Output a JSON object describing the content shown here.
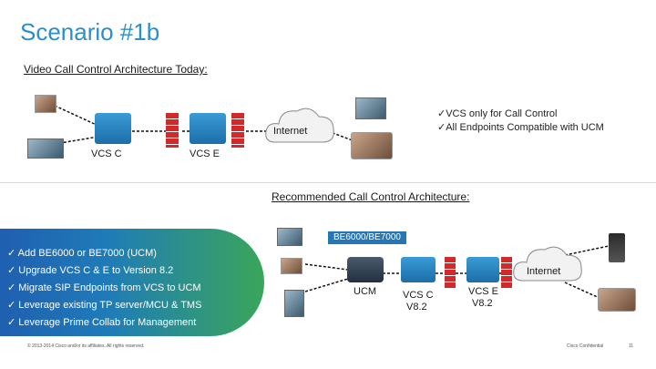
{
  "slide": {
    "title": "Scenario #1b",
    "today_heading": "Video Call Control Architecture Today:",
    "recommended_heading": "Recommended Call Control Architecture:",
    "today": {
      "vcs_c_label": "VCS C",
      "vcs_e_label": "VCS  E",
      "internet_label": "Internet",
      "checks": [
        "VCS only for Call Control",
        "All Endpoints Compatible with UCM"
      ]
    },
    "recommended": {
      "be_badge": "BE6000/BE7000",
      "ucm_label": "UCM",
      "vcs_c_label": "VCS C",
      "vcs_c_version": "V8.2",
      "vcs_e_label": "VCS E",
      "vcs_e_version": "V8.2",
      "internet_label": "Internet",
      "steps": [
        "Add BE6000 or BE7000 (UCM)",
        "Upgrade VCS C & E to Version 8.2",
        "Migrate SIP Endpoints from VCS to UCM",
        "Leverage existing TP server/MCU & TMS",
        "Leverage Prime Collab for Management"
      ]
    },
    "footer": {
      "copyright": "© 2013-2014 Cisco and/or its affiliates. All rights reserved.",
      "confidential": "Cisco Confidential",
      "page": "11"
    }
  },
  "colors": {
    "title": "#2b8fc9",
    "accent_blue": "#2476b5",
    "accent_green": "#3aa65a",
    "firewall_red": "#d12a2a"
  }
}
